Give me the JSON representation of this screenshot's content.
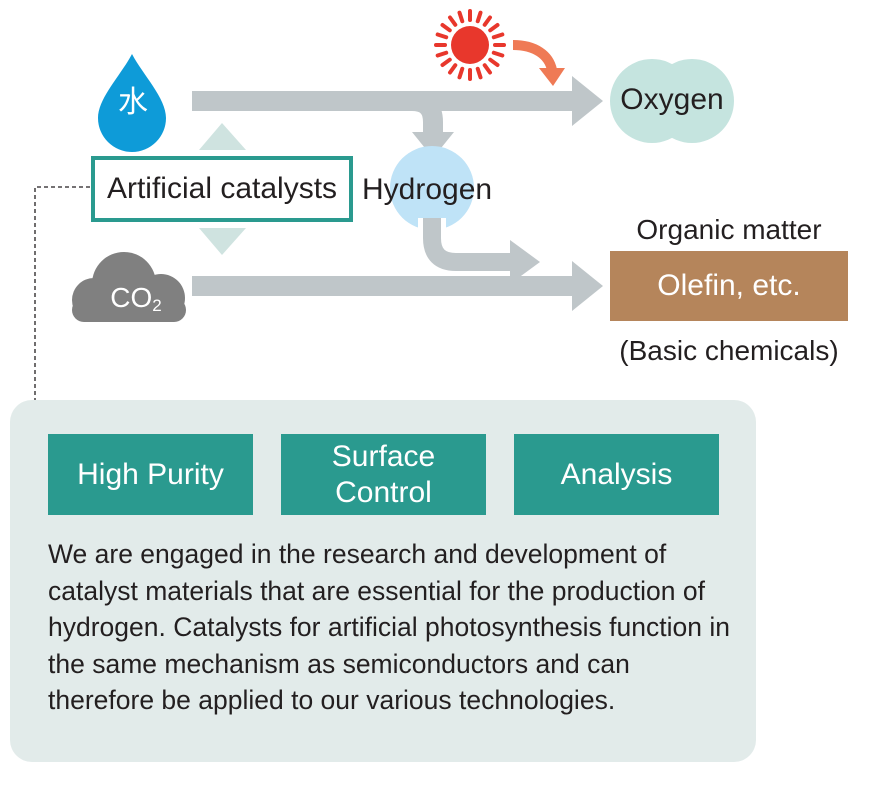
{
  "nodes": {
    "water": "水",
    "oxygen": "Oxygen",
    "catalyst": "Artificial catalysts",
    "hydrogen": "Hydrogen",
    "co2": {
      "main": "CO",
      "sub": "2"
    },
    "organic_matter": "Organic matter",
    "olefin": "Olefin, etc.",
    "basic_chemicals": "(Basic chemicals)"
  },
  "features": [
    "High Purity",
    "Surface\nControl",
    "Analysis"
  ],
  "description": "We are engaged in the research and development of catalyst materials that are essential for the production of hydrogen. Catalysts for artificial photosynthesis function in the same mechanism as semiconductors and can therefore be applied to our various technologies.",
  "colors": {
    "teal": "#2a9a8f",
    "water_blue": "#0e9bd8",
    "hydrogen_blue": "#bfe3f7",
    "oxygen_mint": "#c5e4df",
    "sun_red": "#e8372c",
    "sun_arrow": "#ef7a55",
    "arrow_gray": "#bfc6c9",
    "cloud_gray": "#808080",
    "olefin_brown": "#b5855b",
    "panel_bg": "#e2ebea",
    "pale_teal": "#cfe3e0"
  },
  "icons": [
    "water-drop-icon",
    "sun-icon",
    "co2-cloud-icon"
  ]
}
